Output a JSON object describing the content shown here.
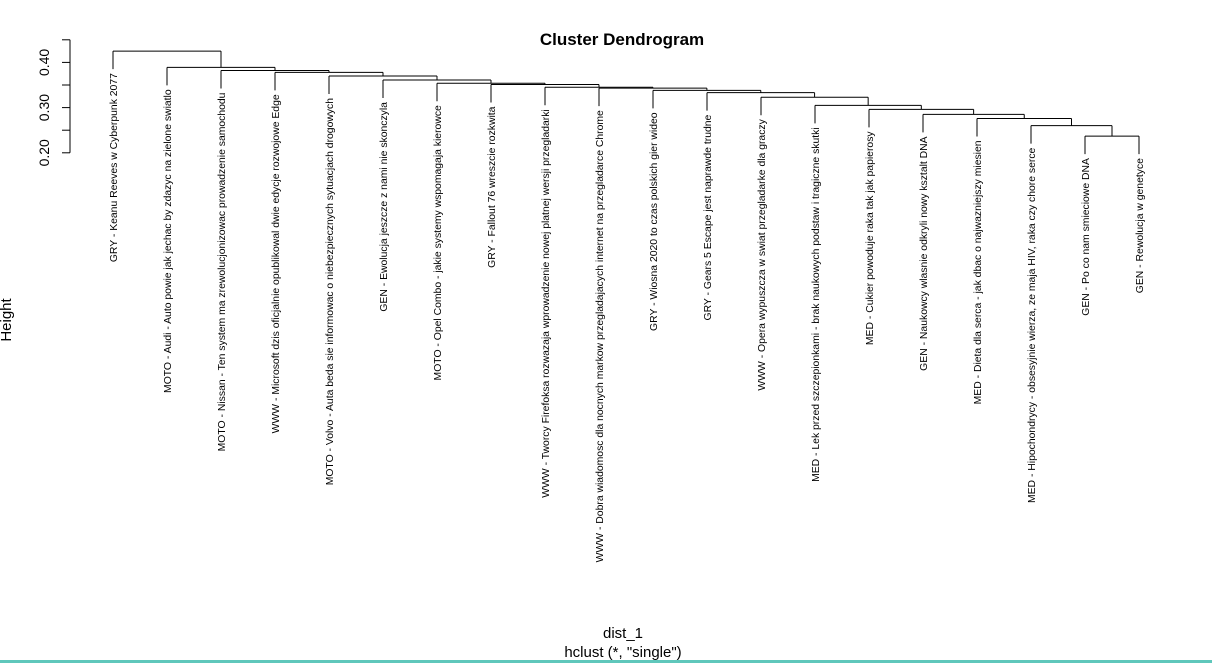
{
  "theme": {
    "line_color": "#000000",
    "background": "#ffffff",
    "bottom_rule_color": "#5fc7bb"
  },
  "chart_data": {
    "type": "dendrogram",
    "title": "Cluster Dendrogram",
    "xlabel": "dist_1",
    "subtitle": "hclust (*, \"single\")",
    "ylabel": "Height",
    "ylim": [
      0.2,
      0.45
    ],
    "yticks": [
      0.2,
      0.3,
      0.4
    ],
    "ytick_labels": [
      "0.20",
      "0.30",
      "0.40"
    ],
    "leaves": [
      "GRY - Keanu Reeves w Cyberpunk 2077",
      "MOTO - Audi - Auto powie jak jechac by zdazyc na zielone swiatlo",
      "MOTO - Nissan - Ten system ma zrewolucjonizowac prowadzenie samochodu",
      "WWW - Microsoft dzis oficjalnie opublikowal dwie edycje rozwojowe Edge",
      "MOTO - Volvo - Auta beda sie informowac o niebezpiecznych sytuacjach drogowych",
      "GEN - Ewolucja jeszcze z nami nie skonczyla",
      "MOTO - Opel Combo - jakie systemy wspomagaja kierowce",
      "GRY - Fallout 76 wreszcie rozkwita",
      "WWW - Tworcy Firefoksa rozwazaja wprowadzenie nowej platnej wersji przegladarki",
      "WWW - Dobra wiadomosc dla nocnych markow przegladajacych internet na przegladarce Chrome",
      "GRY - Wiosna 2020 to czas polskich gier wideo",
      "GRY - Gears 5 Escape jest naprawde trudne",
      "WWW - Opera wypuszcza w swiat przegladarke dla graczy",
      "MED - Lek przed szczepionkami - brak naukowych podstaw i tragiczne skutki",
      "MED - Cukier powoduje raka tak jak papierosy",
      "GEN - Naukowcy wlasnie odkryli nowy ksztalt DNA",
      "MED - Dieta dla serca - jak dbac o najwazniejszy miesien",
      "MED - Hipochondrycy - obsesyjnie wierza, ze maja HIV, raka czy chore serce",
      "GEN - Po co nam smieciowe DNA",
      "GEN - Rewolucja w genetyce"
    ],
    "merges": [
      [
        -19,
        -20
      ],
      [
        -18,
        1
      ],
      [
        -17,
        2
      ],
      [
        -16,
        3
      ],
      [
        -15,
        4
      ],
      [
        -14,
        5
      ],
      [
        -13,
        6
      ],
      [
        -12,
        7
      ],
      [
        -11,
        8
      ],
      [
        -10,
        9
      ],
      [
        -9,
        10
      ],
      [
        -8,
        11
      ],
      [
        -7,
        12
      ],
      [
        -6,
        13
      ],
      [
        -5,
        14
      ],
      [
        -4,
        15
      ],
      [
        -3,
        16
      ],
      [
        -2,
        17
      ],
      [
        -1,
        18
      ]
    ],
    "heights": [
      0.237,
      0.26,
      0.276,
      0.285,
      0.296,
      0.305,
      0.323,
      0.333,
      0.338,
      0.343,
      0.345,
      0.351,
      0.354,
      0.361,
      0.37,
      0.378,
      0.382,
      0.389,
      0.425
    ],
    "grid": false
  }
}
